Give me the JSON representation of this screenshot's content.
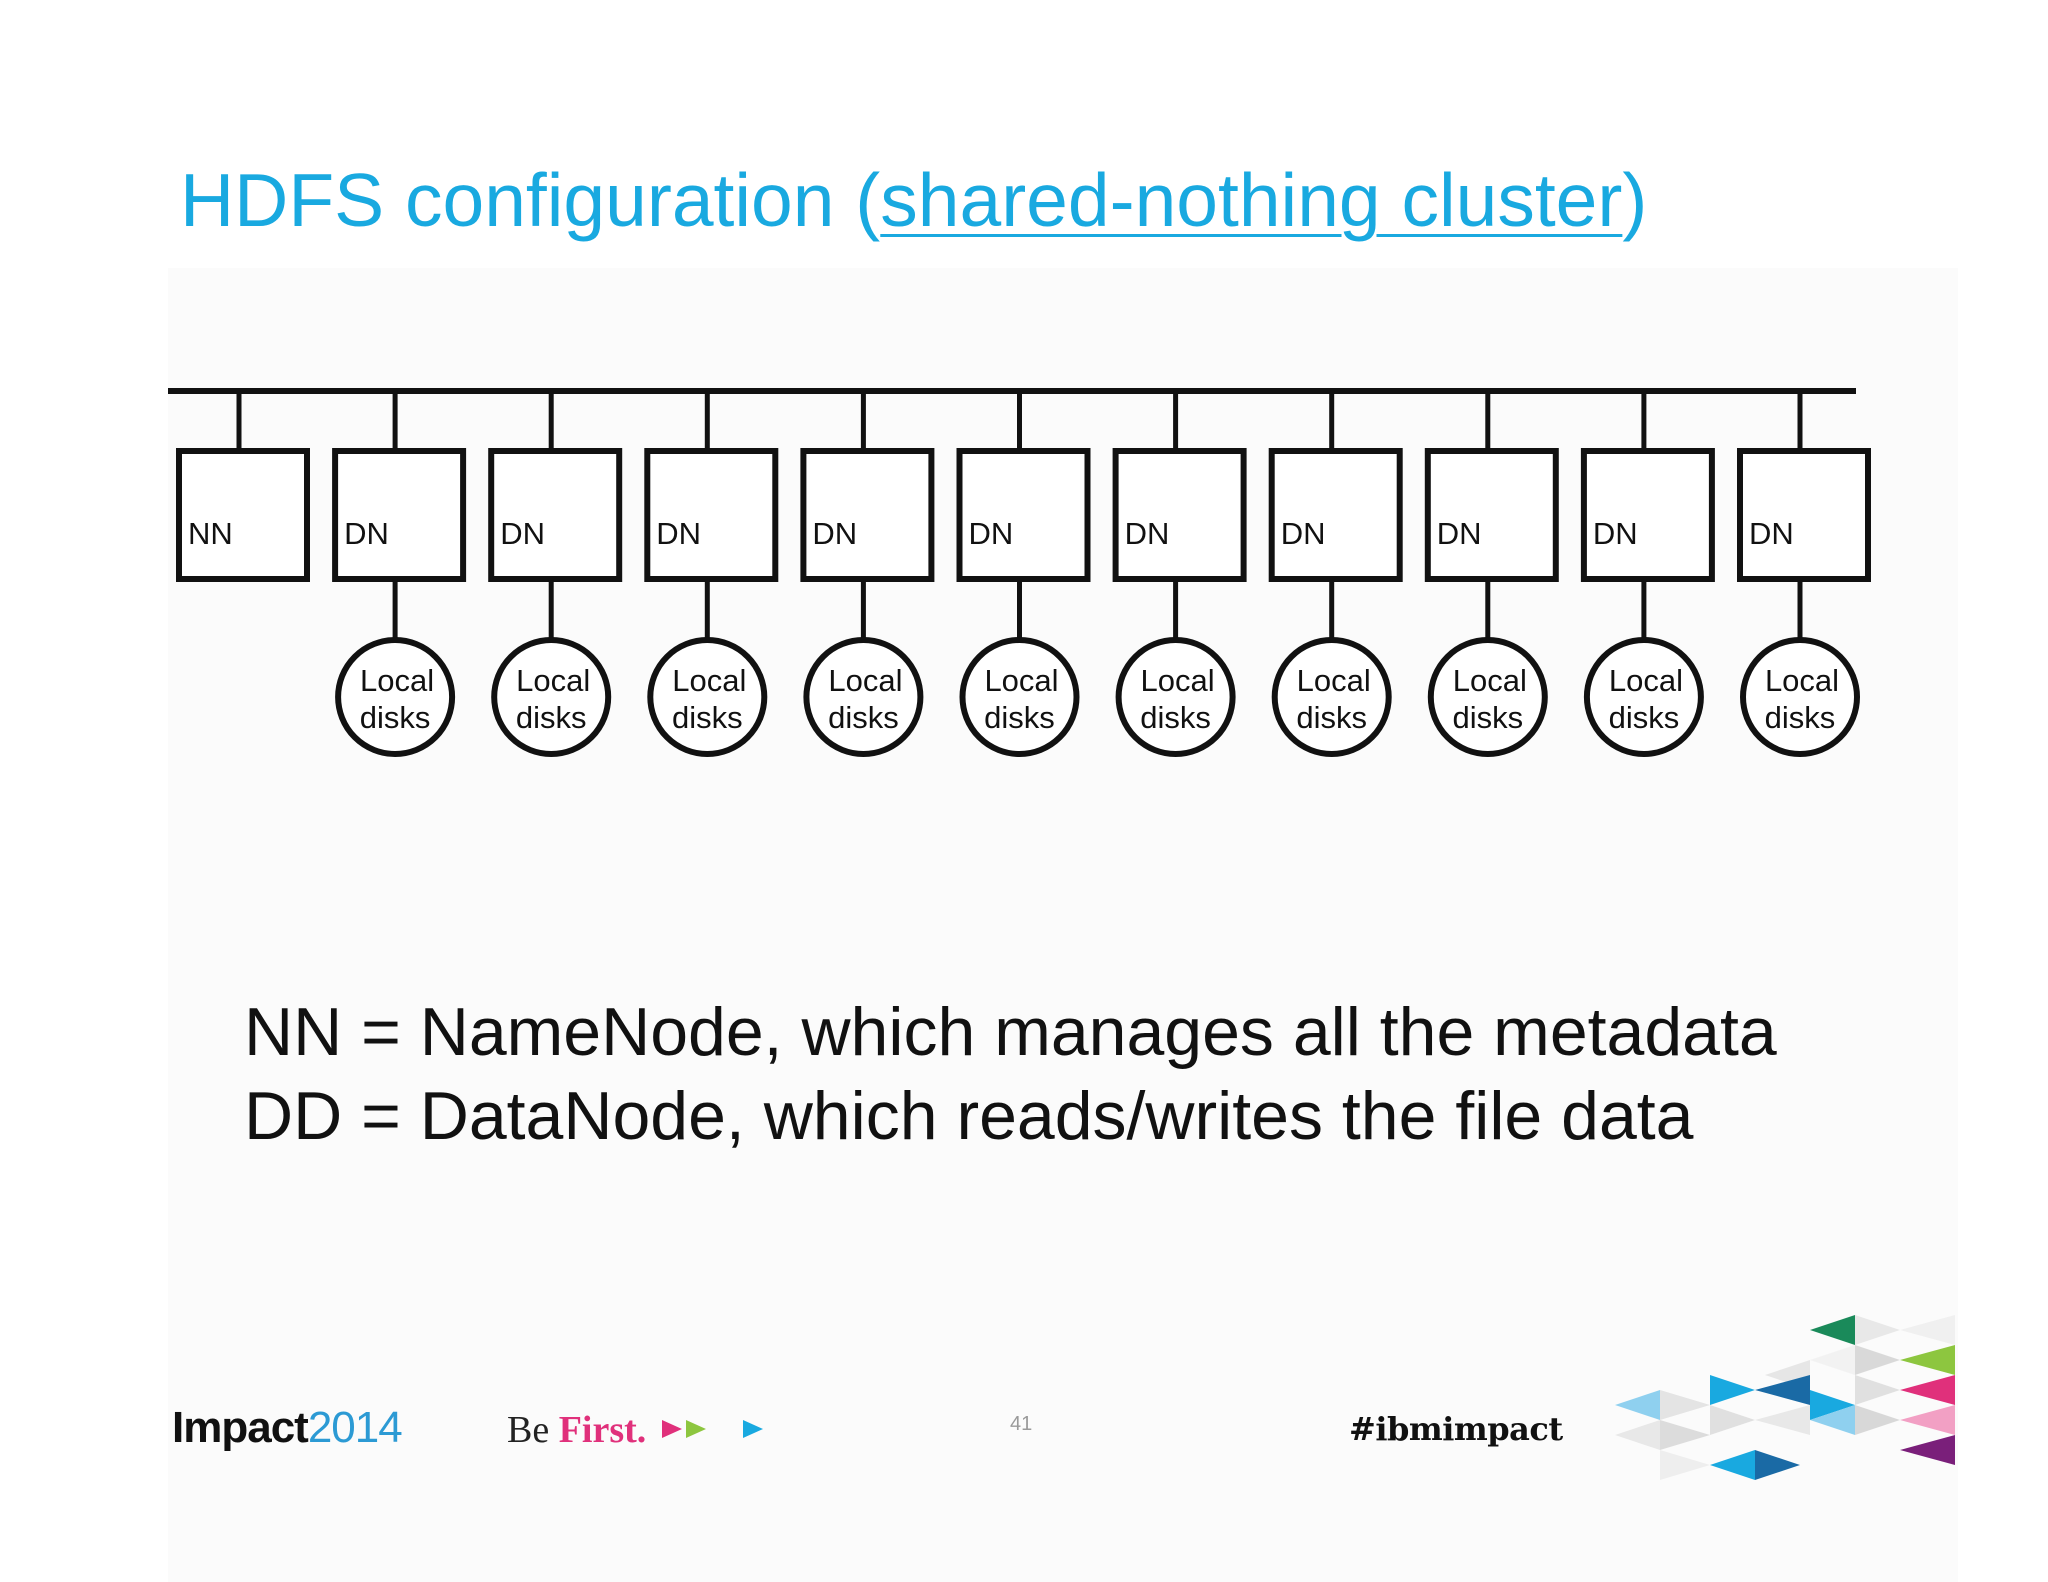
{
  "title": {
    "prefix": "HDFS configuration (",
    "link": "shared-nothing cluster",
    "suffix": ")"
  },
  "diagram": {
    "nodes": [
      "NN",
      "DN",
      "DN",
      "DN",
      "DN",
      "DN",
      "DN",
      "DN",
      "DN",
      "DN",
      "DN"
    ],
    "disk_label_line1": "Local",
    "disk_label_line2": "disks"
  },
  "legend": {
    "line1": "NN = NameNode, which manages all the metadata",
    "line2": "DD = DataNode, which reads/writes the file data"
  },
  "footer": {
    "impact": "Impact",
    "year": "2014",
    "be": "Be ",
    "first": "First.",
    "page_number": "41",
    "hashtag": "#ibmimpact"
  },
  "colors": {
    "title": "#19a9e0",
    "first": "#e0307b",
    "arrow_pink": "#e0307b",
    "arrow_green": "#8dc63f",
    "arrow_blue": "#19a9e0"
  }
}
